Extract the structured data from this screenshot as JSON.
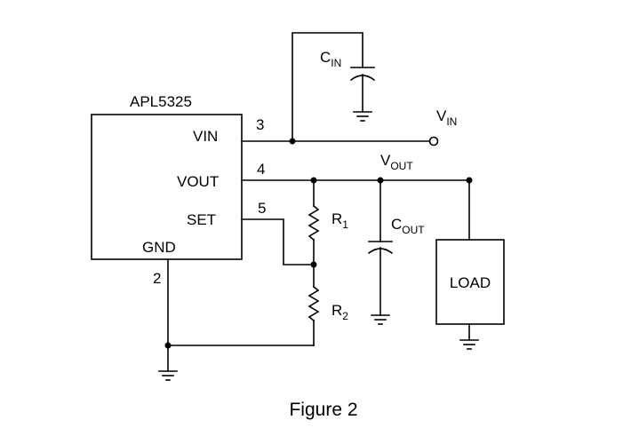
{
  "ic": {
    "name": "APL5325",
    "pins": {
      "vin": {
        "label": "VIN",
        "number": "3"
      },
      "vout": {
        "label": "VOUT",
        "number": "4"
      },
      "set": {
        "label": "SET",
        "number": "5"
      },
      "gnd": {
        "label": "GND",
        "number": "2"
      }
    }
  },
  "components": {
    "cin": {
      "main": "C",
      "sub": "IN"
    },
    "cout": {
      "main": "C",
      "sub": "OUT"
    },
    "r1": {
      "main": "R",
      "sub": "1"
    },
    "r2": {
      "main": "R",
      "sub": "2"
    },
    "load": {
      "label": "LOAD"
    }
  },
  "nets": {
    "vin": {
      "main": "V",
      "sub": "IN"
    },
    "vout": {
      "main": "V",
      "sub": "OUT"
    }
  },
  "caption": "Figure 2"
}
